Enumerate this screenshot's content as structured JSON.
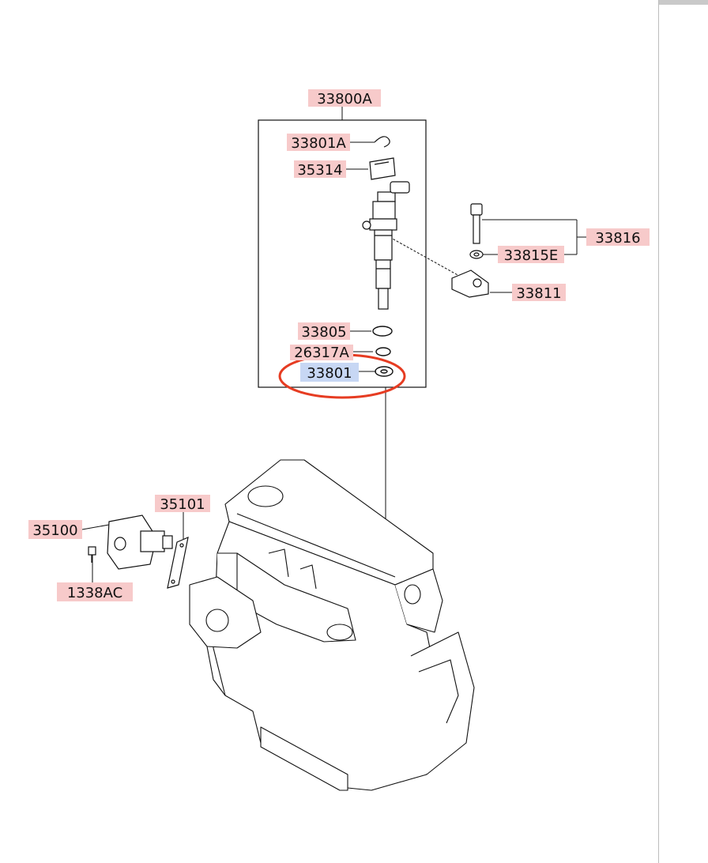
{
  "colors": {
    "label_bg": "#f7caca",
    "label_selected_bg": "#c7d7f4",
    "line": "#111111",
    "highlight_circle": "#e63c22"
  },
  "parts": {
    "p33800A": "33800A",
    "p33801A": "33801A",
    "p35314": "35314",
    "p33816": "33816",
    "p33815E": "33815E",
    "p33811": "33811",
    "p33805": "33805",
    "p26317A": "26317A",
    "p33801": "33801",
    "p35101": "35101",
    "p35100": "35100",
    "p1338AC": "1338AC"
  },
  "selected_part": "33801"
}
